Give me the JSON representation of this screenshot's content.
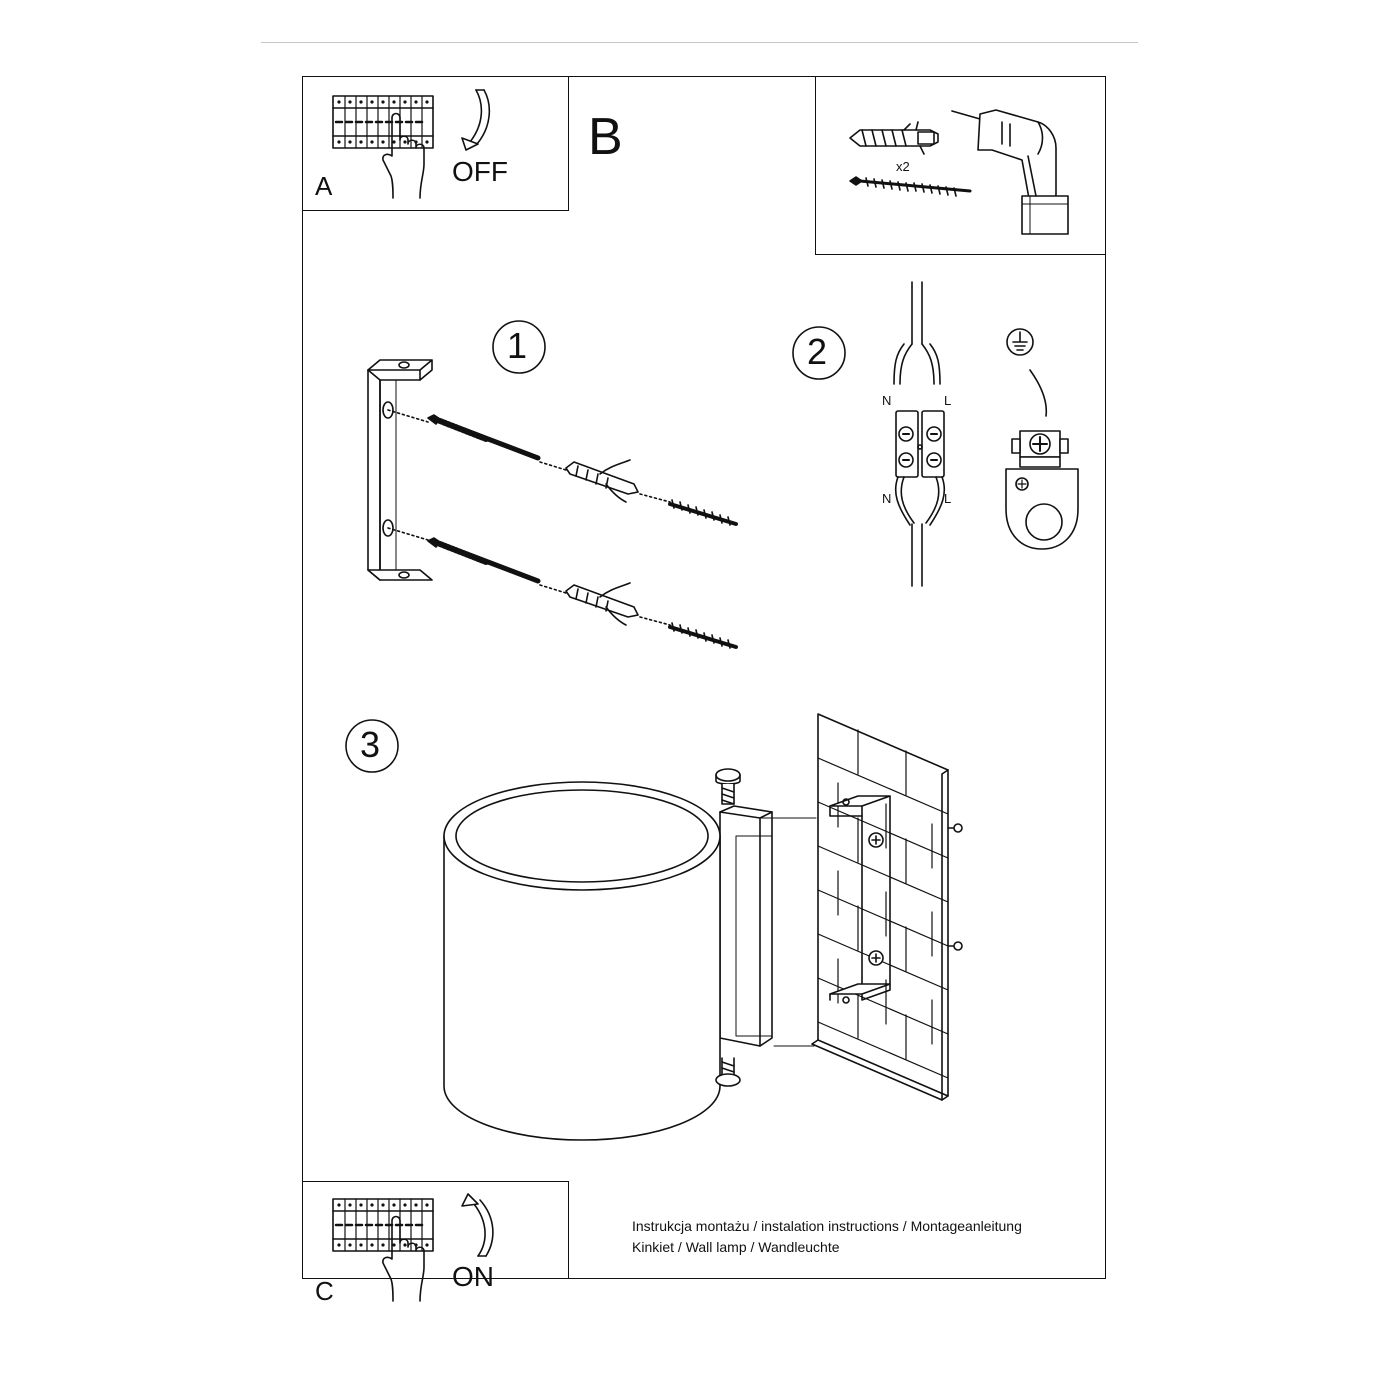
{
  "step_a": {
    "letter": "A",
    "action": "OFF"
  },
  "step_b": {
    "letter": "B"
  },
  "step_c": {
    "letter": "C",
    "action": "ON"
  },
  "tools": {
    "quantity": "x2",
    "items": [
      "wall-plug-icon",
      "screw-icon",
      "drill-icon"
    ]
  },
  "steps": [
    {
      "number": "1"
    },
    {
      "number": "2"
    },
    {
      "number": "3"
    }
  ],
  "wiring": {
    "neutral": "N",
    "live": "L"
  },
  "caption": {
    "line1": "Instrukcja montażu / instalation instructions / Montageanleitung",
    "line2": "Kinkiet / Wall lamp / Wandleuchte"
  }
}
